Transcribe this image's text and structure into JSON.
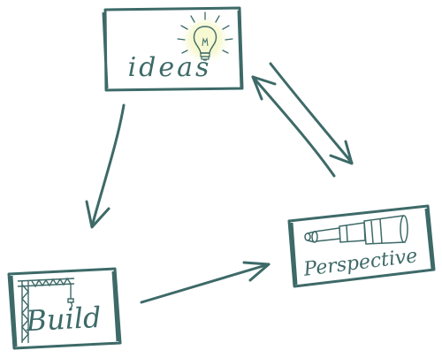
{
  "diagram": {
    "nodes": {
      "ideas": {
        "label": "ideas"
      },
      "perspective": {
        "label": "Perspective"
      },
      "build": {
        "label": "Build"
      }
    },
    "edges": [
      {
        "from": "ideas",
        "to": "build",
        "direction": "one-way"
      },
      {
        "from": "build",
        "to": "perspective",
        "direction": "one-way"
      },
      {
        "from": "perspective",
        "to": "ideas",
        "direction": "two-way"
      }
    ],
    "colors": {
      "stroke": "#3d6a68",
      "glow": "#eef3b5",
      "bulb": "#f4f7c8"
    },
    "icons": {
      "ideas": "lightbulb-icon",
      "perspective": "spyglass-icon",
      "build": "crane-icon"
    }
  }
}
